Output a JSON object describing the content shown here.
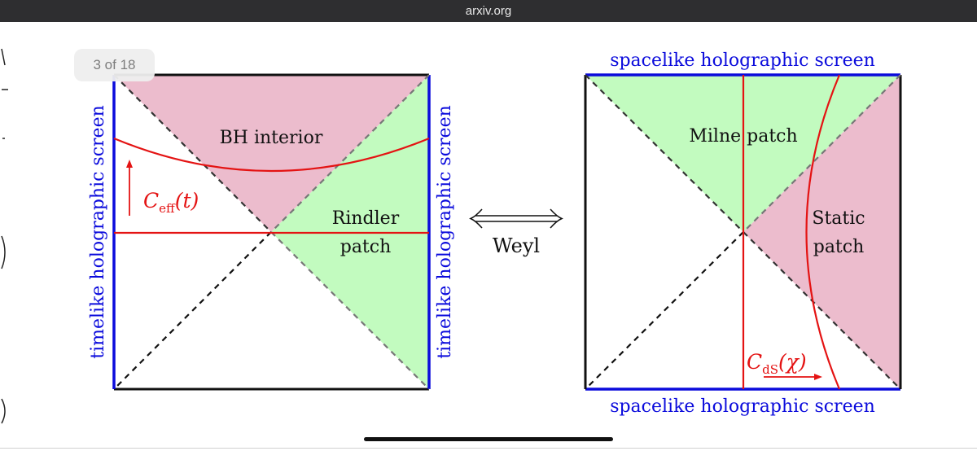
{
  "browser": {
    "url": "arxiv.org"
  },
  "viewer": {
    "page_indicator": "3 of 18"
  },
  "left_diagram": {
    "side_label_left": "timelike holographic screen",
    "side_label_right": "timelike holographic screen",
    "region_top": "BH interior",
    "region_right_line1": "Rindler",
    "region_right_line2": "patch",
    "curve_label_main": "C",
    "curve_label_sub": "eff",
    "curve_label_arg": "(t)"
  },
  "arrow_label": "Weyl",
  "right_diagram": {
    "top_label": "spacelike holographic screen",
    "bottom_label": "spacelike holographic screen",
    "region_top": "Milne patch",
    "region_right_line1": "Static",
    "region_right_line2": "patch",
    "curve_label_main": "C",
    "curve_label_sub": "dS",
    "curve_label_arg": "(χ)"
  },
  "colors": {
    "screen_blue": "#0b0bdc",
    "curve_red": "#e41313",
    "pink_fill": "#ecbccd",
    "green_fill": "#c2fbbf"
  }
}
